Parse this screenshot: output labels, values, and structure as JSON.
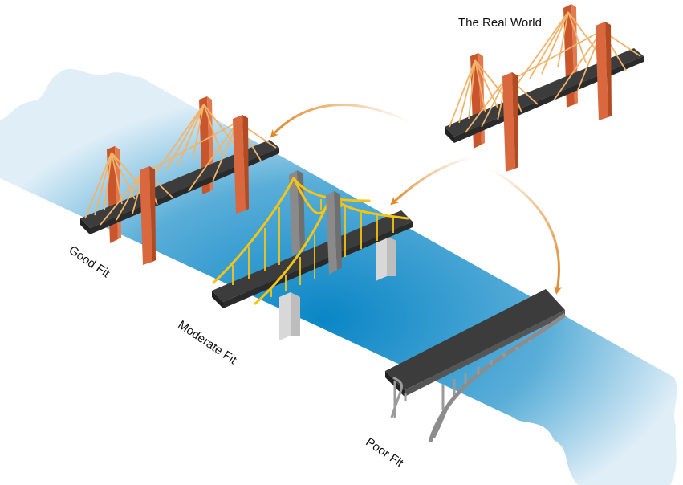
{
  "labels": {
    "real_world": "The Real World",
    "good_fit": "Good Fit",
    "moderate_fit": "Moderate Fit",
    "poor_fit": "Poor Fit"
  },
  "colors": {
    "river_light": "#e6f2f9",
    "river_dark": "#0a86c6",
    "deck": "#3c3c3c",
    "pylon_orange": "#d9683f",
    "cable_orange": "#f2b36b",
    "cable_yellow": "#f6c514",
    "pillar_gray": "#8a8a8a",
    "arrow": "#e08a2c"
  }
}
